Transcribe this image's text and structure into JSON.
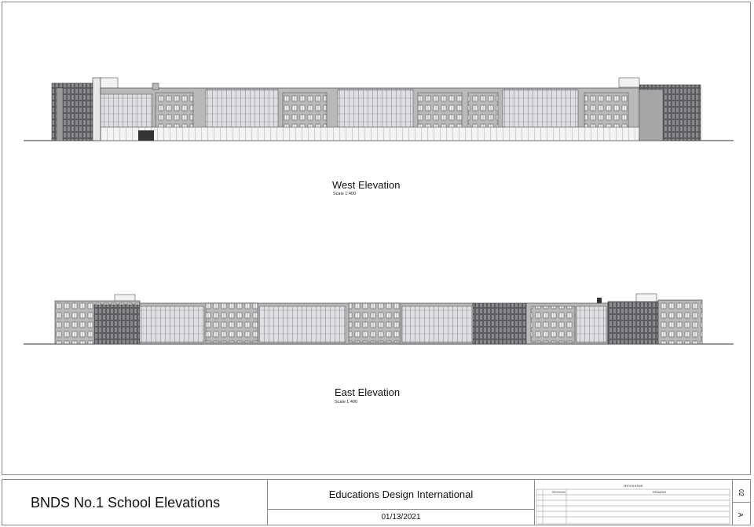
{
  "views": [
    {
      "title": "West Elevation",
      "scale": "Scale 1:400"
    },
    {
      "title": "East Elevation",
      "scale": "Scale 1:400"
    }
  ],
  "title_block": {
    "project_title": "BNDS No.1 School Elevations",
    "firm": "Educations Design International",
    "date": "01/13/2021",
    "revisions_header": "REVISIONS",
    "revision_columns": [
      "REVISION",
      "REMARKS"
    ],
    "sheet_number": "02",
    "revision_letter": "A"
  },
  "colors": {
    "facade_light": "#b9b9bb",
    "facade_mid": "#8e8e90",
    "facade_dark": "#6d6d70",
    "glazing": "#d6d8dc",
    "mullion": "#4a4a4d",
    "line": "#333333"
  }
}
